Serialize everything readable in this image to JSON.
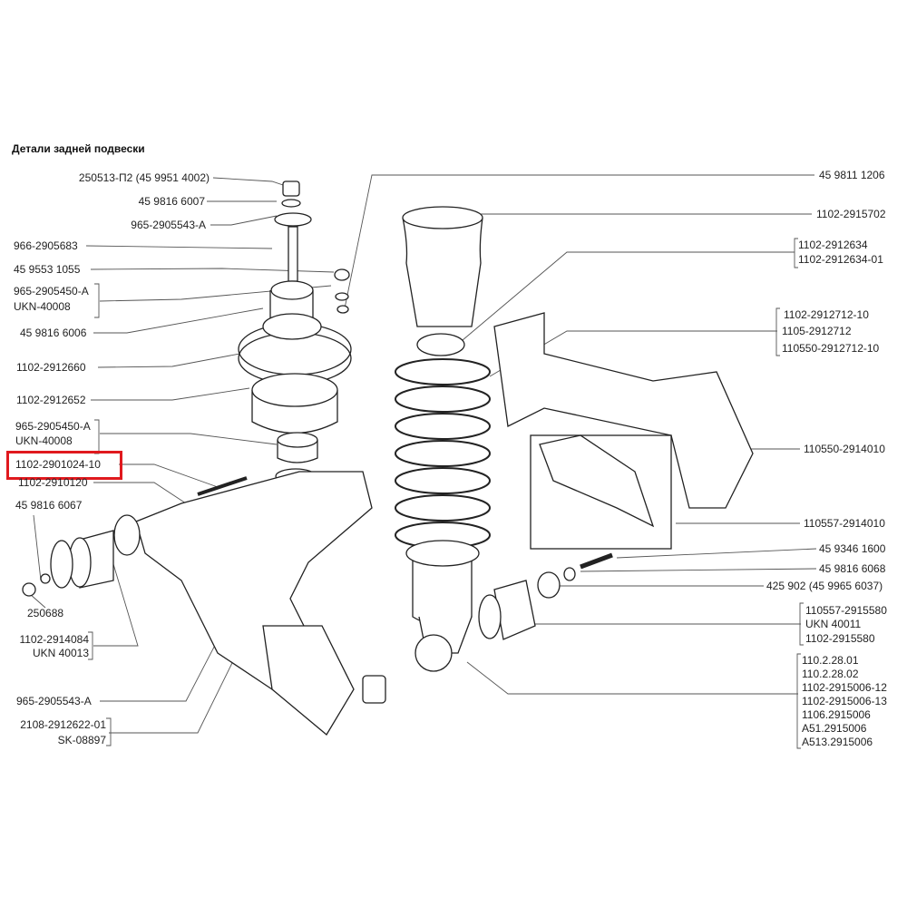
{
  "title": "Детали задней подвески",
  "highlight_color": "#e0191e",
  "left_labels": {
    "l1": "250513-П2 (45 9951 4002)",
    "l2": "45 9816 6007",
    "l3": "965-2905543-А",
    "l4": "966-2905683",
    "l5": "45 9553 1055",
    "l6a": "965-2905450-А",
    "l6b": "UKN-40008",
    "l7": "45 9816 6006",
    "l8": "1102-2912660",
    "l9": "1102-2912652",
    "l10a": "965-2905450-А",
    "l10b": "UKN-40008",
    "l11": "1102-2901024-10",
    "l12": "1102-2910120",
    "l13": "45 9816 6067",
    "l14": "250688",
    "l15a": "1102-2914084",
    "l15b": "UKN 40013",
    "l16": "965-2905543-А",
    "l17a": "2108-2912622-01",
    "l17b": "SK-08897"
  },
  "right_labels": {
    "r1": "45 9811 1206",
    "r2": "1102-2915702",
    "r3a": "1102-2912634",
    "r3b": "1102-2912634-01",
    "r4a": "1102-2912712-10",
    "r4b": "1105-2912712",
    "r4c": "110550-2912712-10",
    "r5": "110550-2914010",
    "r6": "110557-2914010",
    "r7": "45 9346 1600",
    "r8": "45 9816 6068",
    "r9": "425 902 (45 9965 6037)",
    "r10a": "110557-2915580",
    "r10b": "UKN 40011",
    "r10c": "1102-2915580",
    "r11a": "110.2.28.01",
    "r11b": "110.2.28.02",
    "r11c": "1102-2915006-12",
    "r11d": "1102-2915006-13",
    "r11e": "1106.2915006",
    "r11f": "A51.2915006",
    "r11g": "A513.2915006"
  }
}
